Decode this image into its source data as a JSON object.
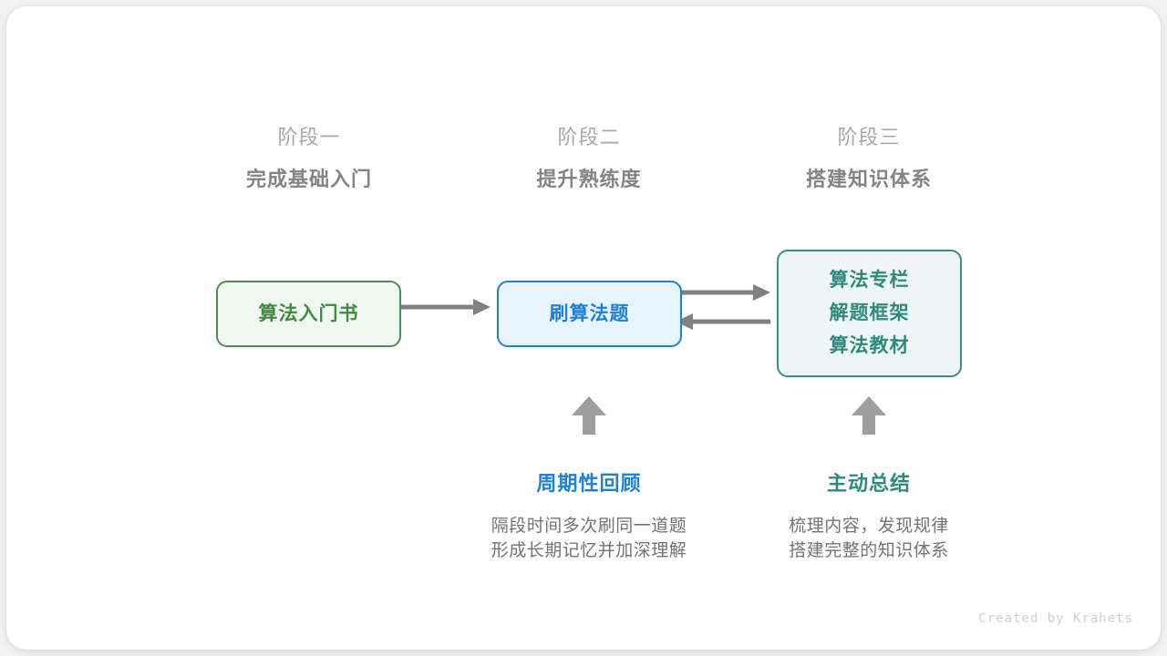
{
  "theme": {
    "card_background": "#ffffff",
    "page_background": "#f2f2f2",
    "arrow_color": "#808080",
    "block_arrow_color": "#9e9e9e",
    "green": "#3f8a45",
    "blue": "#1f81d6",
    "teal": "#2f8a7c",
    "gray_label": "#a8a8a8",
    "gray_title": "#848484",
    "gray_text": "#737373"
  },
  "stages": [
    {
      "number": "阶段一",
      "title": "完成基础入门"
    },
    {
      "number": "阶段二",
      "title": "提升熟练度"
    },
    {
      "number": "阶段三",
      "title": "搭建知识体系"
    }
  ],
  "nodes": {
    "book": {
      "label": "算法入门书"
    },
    "practice": {
      "label": "刷算法题"
    },
    "system": {
      "line1": "算法专栏",
      "line2": "解题框架",
      "line3": "算法教材"
    }
  },
  "connectors": [
    {
      "name": "book-to-practice",
      "direction": "right"
    },
    {
      "name": "practice-to-system",
      "direction": "right"
    },
    {
      "name": "system-to-practice",
      "direction": "left"
    },
    {
      "name": "review-up",
      "direction": "up"
    },
    {
      "name": "summary-up",
      "direction": "up"
    }
  ],
  "notes": [
    {
      "title": "周期性回顾",
      "desc_line1": "隔段时间多次刷同一道题",
      "desc_line2": "形成长期记忆并加深理解"
    },
    {
      "title": "主动总结",
      "desc_line1": "梳理内容，发现规律",
      "desc_line2": "搭建完整的知识体系"
    }
  ],
  "credit": "Created by Krahets"
}
